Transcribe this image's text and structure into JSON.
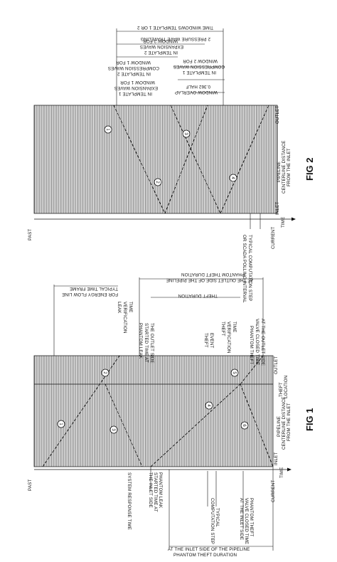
{
  "figures": [
    {
      "name": "FIG 1",
      "axis": {
        "time": "TIME",
        "past": "PAST",
        "current": "CURRENT",
        "inlet": "INLET",
        "outlet": "OUTLET",
        "distance_label_1": "PIPELINE",
        "distance_label_2": "CENTERLINE DISTANCE",
        "distance_label_3": "FROM THE INLET",
        "theft_location_1": "THEFT",
        "theft_location_2": "LOCATION"
      },
      "left_labels": {
        "system_response": "SYSTEM RESPONSE TIME",
        "phantom_leak_1": "PHANTOM LEAK",
        "phantom_leak_2": "STARTED TIME AT",
        "phantom_leak_3": "THE INLET SIDE",
        "typical_1": "TYPICAL",
        "typical_2": "COMPUTATION STEP",
        "valve_1": "PHANTOM THEFT",
        "valve_2": "VALVE CLOSED TIME",
        "valve_3": "AT THE INLET SIDE",
        "inlet_duration_1": "PHANTOM THEFT DURATION",
        "inlet_duration_2": "AT THE INLET SIDE OF THE PIPELINE"
      },
      "right_labels": {
        "energy_1": "TYPICAL TIME FRAME",
        "energy_2": "FOR ENERGY FLOW LINE",
        "outlet_duration_1": "PHANTOM THEFT DURATION",
        "outlet_duration_2": "AT THE OUTLET SIDE OF THE PIPELINE",
        "theft_duration": "THEFT DURATION",
        "leak_verif_1": "LEAK",
        "leak_verif_2": "VERIFICATION",
        "leak_verif_3": "TIME",
        "phantom_out_1": "PHANTOM LEAK",
        "phantom_out_2": "STARTED TIME AT",
        "phantom_out_3": "THE OUTLET SIDE",
        "theft_event_1": "THEFT",
        "theft_event_2": "EVENT",
        "theft_verif_1": "THEFT",
        "theft_verif_2": "VERIFICATION",
        "theft_verif_3": "TIME",
        "valve_out_1": "PHANTOM THEFT",
        "valve_out_2": "VALVE CLOSED TIME",
        "valve_out_3": "AT THE OUTLET SIDE"
      },
      "markers": [
        "1",
        "2",
        "3",
        "4",
        "5",
        "6"
      ]
    },
    {
      "name": "FIG 2",
      "axis": {
        "time": "TIME",
        "past": "PAST",
        "current": "CURRENT",
        "inlet": "INLET",
        "outlet": "OUTLET",
        "distance_label_1": "PIPELINE",
        "distance_label_2": "CENTERLINE DISTANCE",
        "distance_label_3": "FROM THE INLET"
      },
      "left_labels": {
        "scada_1": "TYPICAL COMPUTATION STEP",
        "scada_2": "OR SCADA POLLING INTERVAL"
      },
      "right_labels": {
        "time_windows_1": "TIME WINDOWS TEMPLATE 1 OR 2",
        "time_windows_2": "2 PRESSURE WAVE TRAVELING",
        "w2_expansion_1": "WINDOW 2 FOR",
        "w2_expansion_2": "EXPANSION WAVES",
        "w2_expansion_3": "IN TEMPLATE 2",
        "w1_compression_1": "WINDOW 1 FOR",
        "w1_compression_2": "COMPRESSION WAVES",
        "w1_compression_3": "IN TEMPLATE 2",
        "w2_compression_1": "WINDOW 2 FOR",
        "w2_compression_2": "COMPRESSION WAVES",
        "w2_compression_3": "IN TEMPLATE 1",
        "w1_expansion_1": "WINDOW 1 FOR",
        "w1_expansion_2": "EXPANSION WAVES",
        "w1_expansion_3": "IN TEMPLATE 1",
        "overlap_1": "0.362 HALF",
        "overlap_2": "WINDOW OVERLAP"
      },
      "markers": [
        "1",
        "2",
        "3",
        "4"
      ]
    }
  ]
}
